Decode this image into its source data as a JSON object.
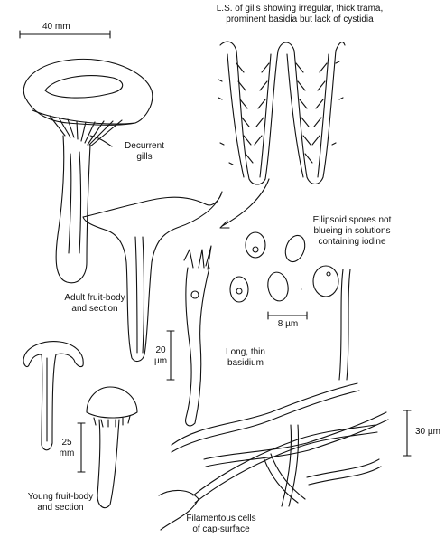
{
  "labels": {
    "scale_40mm": "40 mm",
    "gills_title_1": "L.S. of gills showing irregular, thick trama,",
    "gills_title_2": "prominent basidia but lack of cystidia",
    "decurrent_1": "Decurrent",
    "decurrent_2": "gills",
    "spores_1": "Ellipsoid spores not",
    "spores_2": "blueing in solutions",
    "spores_3": "containing iodine",
    "scale_8um": "8 µm",
    "adult_1": "Adult fruit-body",
    "adult_2": "and section",
    "scale_20um_1": "20",
    "scale_20um_2": "µm",
    "basidium_1": "Long, thin",
    "basidium_2": "basidium",
    "scale_30um": "30 µm",
    "scale_25mm_1": "25",
    "scale_25mm_2": "mm",
    "young_1": "Young fruit-body",
    "young_2": "and section",
    "filament_1": "Filamentous cells",
    "filament_2": "of cap-surface"
  },
  "colors": {
    "ink": "#111111",
    "paper": "#ffffff"
  }
}
